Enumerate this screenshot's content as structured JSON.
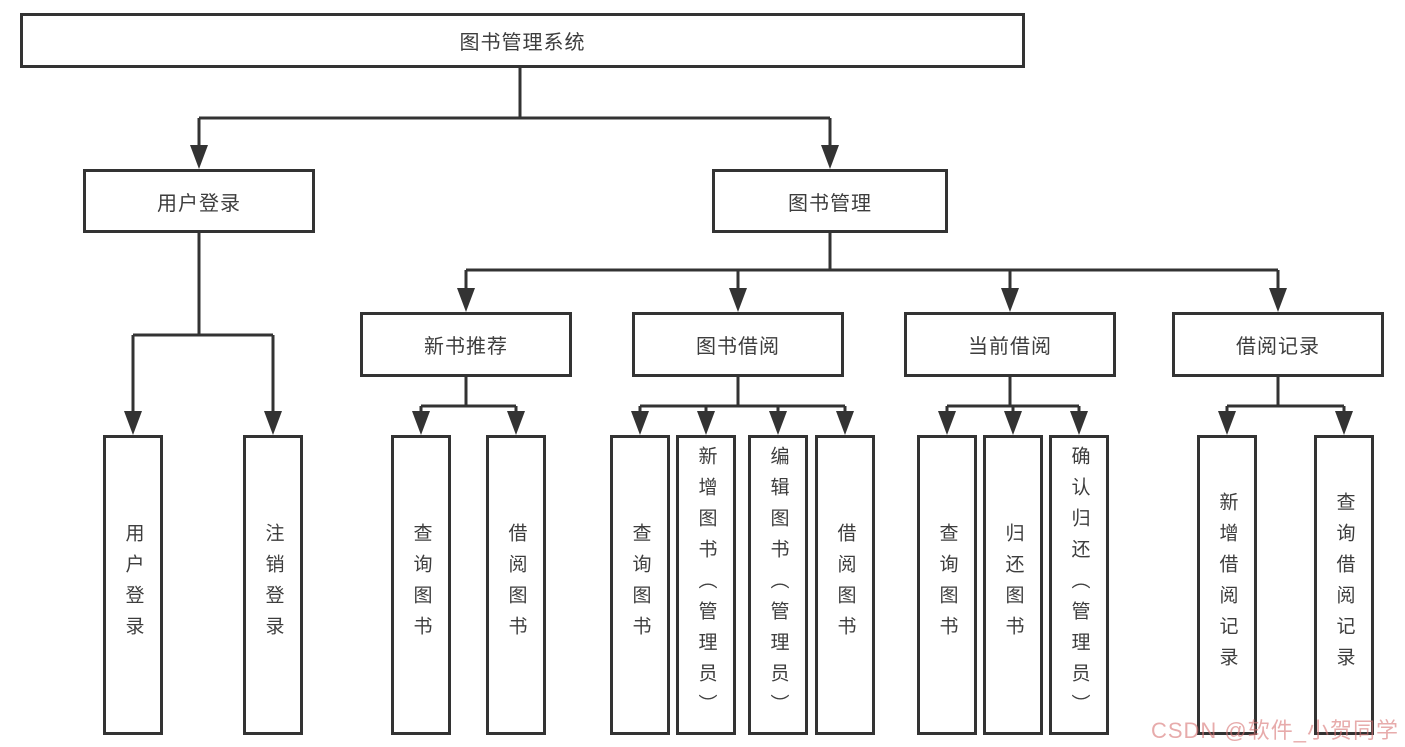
{
  "diagram": {
    "title": "图书管理系统",
    "root": {
      "label": "图书管理系统"
    },
    "level2": [
      {
        "label": "用户登录"
      },
      {
        "label": "图书管理"
      }
    ],
    "level3": [
      {
        "label": "新书推荐",
        "parent": "图书管理"
      },
      {
        "label": "图书借阅",
        "parent": "图书管理"
      },
      {
        "label": "当前借阅",
        "parent": "图书管理"
      },
      {
        "label": "借阅记录",
        "parent": "图书管理"
      }
    ],
    "leaves": [
      {
        "label": "用户登录",
        "parent": "用户登录"
      },
      {
        "label": "注销登录",
        "parent": "用户登录"
      },
      {
        "label": "查询图书",
        "parent": "新书推荐"
      },
      {
        "label": "借阅图书",
        "parent": "新书推荐"
      },
      {
        "label": "查询图书",
        "parent": "图书借阅"
      },
      {
        "label": "新增图书（管理员）",
        "parent": "图书借阅"
      },
      {
        "label": "编辑图书（管理员）",
        "parent": "图书借阅"
      },
      {
        "label": "借阅图书",
        "parent": "图书借阅"
      },
      {
        "label": "查询图书",
        "parent": "当前借阅"
      },
      {
        "label": "归还图书",
        "parent": "当前借阅"
      },
      {
        "label": "确认归还（管理员）",
        "parent": "当前借阅"
      },
      {
        "label": "新增借阅记录",
        "parent": "借阅记录"
      },
      {
        "label": "查询借阅记录",
        "parent": "借阅记录"
      }
    ]
  },
  "watermark": {
    "text": "CSDN @软件_小贺同学",
    "color": "#d87878"
  },
  "colors": {
    "line": "#333333",
    "box_border": "#333333",
    "box_background": "#ffffff",
    "text": "#3d3d3d",
    "page_background": "#ffffff"
  }
}
